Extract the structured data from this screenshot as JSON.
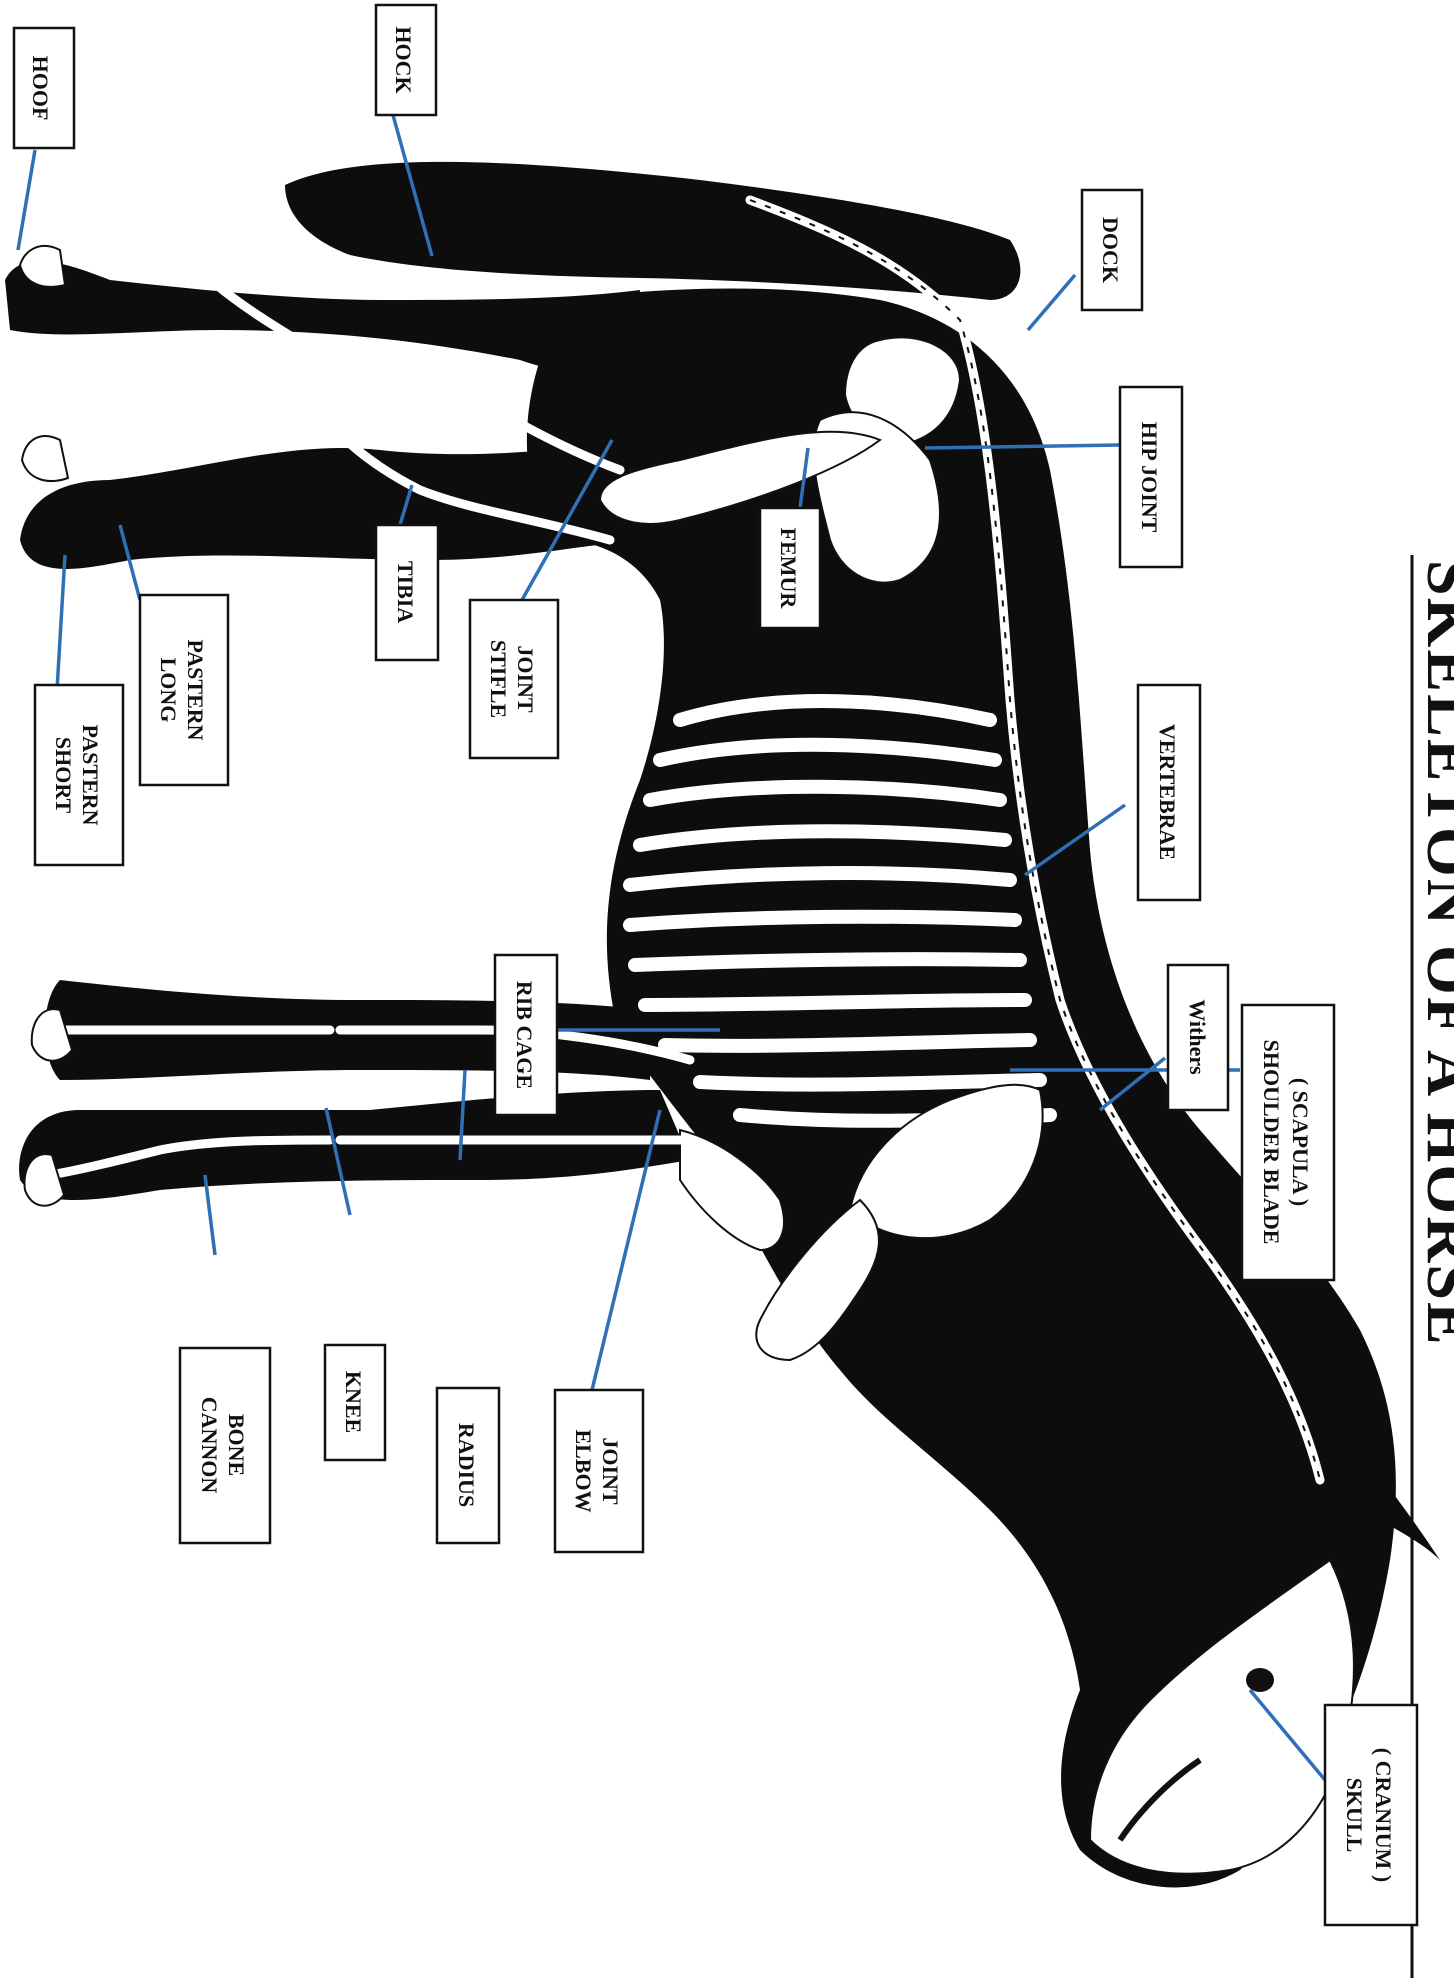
{
  "title": "SKELETON OF A HORSE",
  "labels": {
    "hoof": "HOOF",
    "hock": "HOCK",
    "dock": "DOCK",
    "hip_joint": "HIP JOINT",
    "femur": "FEMUR",
    "stifle_joint": [
      "STIFLE",
      "JOINT"
    ],
    "tibia": "TIBIA",
    "long_pastern": [
      "LONG",
      "PASTERN"
    ],
    "short_pastern": [
      "SHORT",
      "PASTERN"
    ],
    "vertebrae": "VERTEBRAE",
    "rib_cage": "RIB CAGE",
    "withers": "Withers",
    "shoulder_blade": [
      "SHOULDER BLADE",
      "( SCAPULA )"
    ],
    "elbow_joint": [
      "ELBOW",
      "JOINT"
    ],
    "radius": "RADIUS",
    "knee": "KNEE",
    "cannon_bone": [
      "CANNON",
      "BONE"
    ],
    "skull": [
      "SKULL",
      "( CRANIUM )"
    ]
  },
  "colors": {
    "leader_line": "#2f6fb5",
    "silhouette": "#0d0d0d",
    "bone": "#ffffff"
  }
}
